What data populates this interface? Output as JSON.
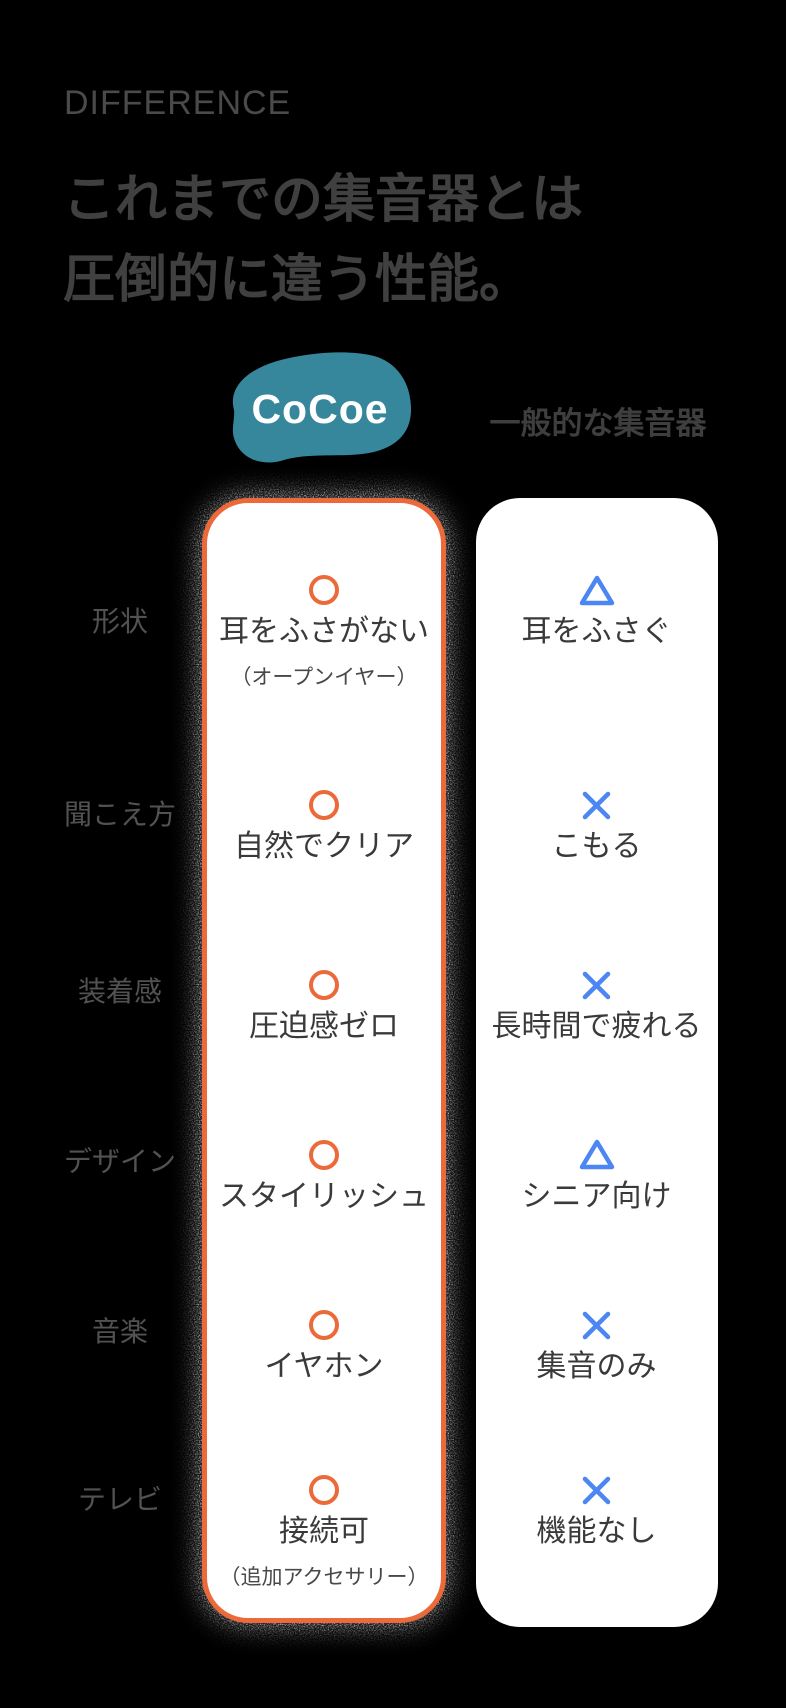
{
  "kicker": "DIFFERENCE",
  "heading": {
    "line1": "これまでの集音器とは",
    "line2": "圧倒的に違う性能。"
  },
  "brand": {
    "logo_text": "CoCoe",
    "blob_color": "#37879C",
    "logo_text_color": "#ffffff"
  },
  "competitor_label": "一般的な集音器",
  "colors": {
    "background": "#000000",
    "card_background": "#ffffff",
    "cocoe_accent_orange": "#EC6A3A",
    "generic_mark_blue": "#4C86F3",
    "heading_text": "#404040",
    "row_label_text": "#525252",
    "card_text": "#3a3a3a"
  },
  "comparison": {
    "rows": [
      {
        "label": "形状",
        "cocoe": {
          "mark": "circle",
          "text": "耳をふさがない",
          "sub": "（オープンイヤー）"
        },
        "generic": {
          "mark": "triangle",
          "text": "耳をふさぐ"
        }
      },
      {
        "label": "聞こえ方",
        "cocoe": {
          "mark": "circle",
          "text": "自然でクリア"
        },
        "generic": {
          "mark": "x",
          "text": "こもる"
        }
      },
      {
        "label": "装着感",
        "cocoe": {
          "mark": "circle",
          "text": "圧迫感ゼロ"
        },
        "generic": {
          "mark": "x",
          "text": "長時間で疲れる"
        }
      },
      {
        "label": "デザイン",
        "cocoe": {
          "mark": "circle",
          "text": "スタイリッシュ"
        },
        "generic": {
          "mark": "triangle",
          "text": "シニア向け"
        }
      },
      {
        "label": "音楽",
        "cocoe": {
          "mark": "circle",
          "text": "イヤホン"
        },
        "generic": {
          "mark": "x",
          "text": "集音のみ"
        }
      },
      {
        "label": "テレビ",
        "cocoe": {
          "mark": "circle",
          "text": "接続可",
          "sub": "（追加アクセサリー）"
        },
        "generic": {
          "mark": "x",
          "text": "機能なし"
        }
      }
    ]
  },
  "chart_data": {
    "type": "table",
    "kicker": "DIFFERENCE",
    "title": "これまでの集音器とは圧倒的に違う性能。",
    "columns": [
      "CoCoe",
      "一般的な集音器"
    ],
    "row_labels": [
      "形状",
      "聞こえ方",
      "装着感",
      "デザイン",
      "音楽",
      "テレビ"
    ],
    "cells": [
      {
        "row": "形状",
        "CoCoe": "○ 耳をふさがない（オープンイヤー）",
        "一般的な集音器": "△ 耳をふさぐ"
      },
      {
        "row": "聞こえ方",
        "CoCoe": "○ 自然でクリア",
        "一般的な集音器": "× こもる"
      },
      {
        "row": "装着感",
        "CoCoe": "○ 圧迫感ゼロ",
        "一般的な集音器": "× 長時間で疲れる"
      },
      {
        "row": "デザイン",
        "CoCoe": "○ スタイリッシュ",
        "一般的な集音器": "△ シニア向け"
      },
      {
        "row": "音楽",
        "CoCoe": "○ イヤホン",
        "一般的な集音器": "× 集音のみ"
      },
      {
        "row": "テレビ",
        "CoCoe": "○ 接続可（追加アクセサリー）",
        "一般的な集音器": "× 機能なし"
      }
    ]
  }
}
